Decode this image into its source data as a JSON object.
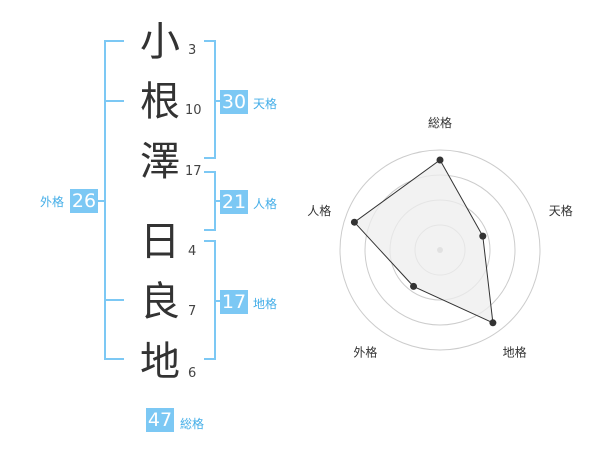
{
  "name": {
    "characters": [
      {
        "char": "小",
        "strokes": "3"
      },
      {
        "char": "根",
        "strokes": "10"
      },
      {
        "char": "澤",
        "strokes": "17"
      },
      {
        "char": "日",
        "strokes": "4"
      },
      {
        "char": "良",
        "strokes": "7"
      },
      {
        "char": "地",
        "strokes": "6"
      }
    ]
  },
  "kaku": {
    "tenkaku": {
      "value": "30",
      "label": "天格"
    },
    "jinkaku": {
      "value": "21",
      "label": "人格"
    },
    "chikaku": {
      "value": "17",
      "label": "地格"
    },
    "gaikaku": {
      "value": "26",
      "label": "外格"
    },
    "soukaku": {
      "value": "47",
      "label": "総格"
    }
  },
  "chart_data": {
    "type": "radar",
    "axes": [
      "総格",
      "天格",
      "地格",
      "外格",
      "人格"
    ],
    "values": [
      0.9,
      0.45,
      0.9,
      0.45,
      0.9
    ],
    "range": [
      0,
      1
    ],
    "rings": 4,
    "colors": {
      "fill": "#eeeeee",
      "stroke": "#333333",
      "ring": "#cccccc",
      "point": "#333333",
      "center": "#bbbbbb"
    }
  }
}
